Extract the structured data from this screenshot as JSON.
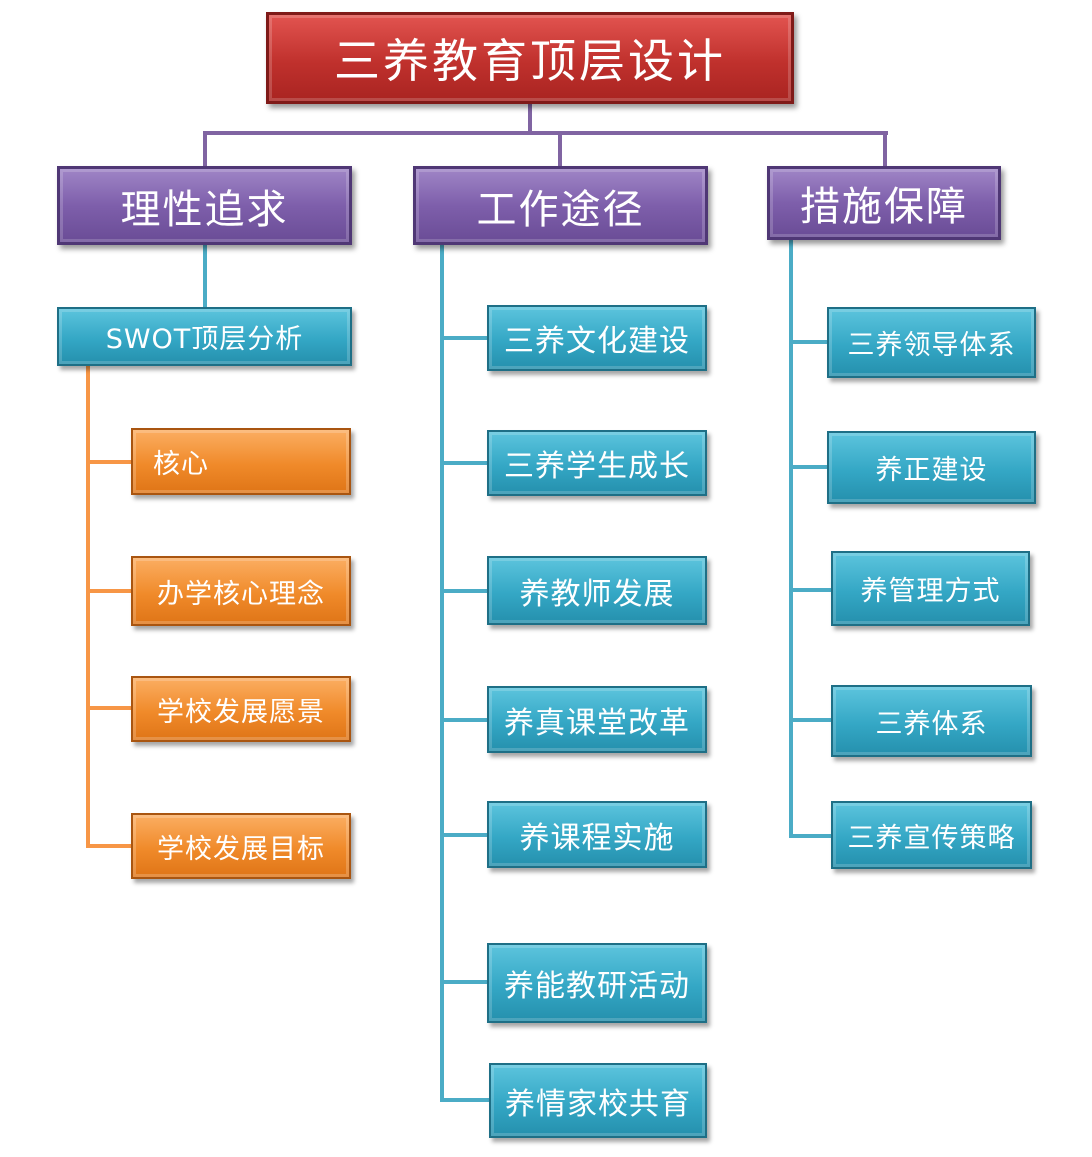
{
  "title": "三养教育顶层设计",
  "branches": [
    {
      "label": "理性追求",
      "sub": "SWOT顶层分析",
      "items": [
        "核心",
        "办学核心理念",
        "学校发展愿景",
        "学校发展目标"
      ]
    },
    {
      "label": "工作途径",
      "items": [
        "三养文化建设",
        "三养学生成长",
        "养教师发展",
        "养真课堂改革",
        "养课程实施",
        "养能教研活动",
        "养情家校共育"
      ]
    },
    {
      "label": "措施保障",
      "items": [
        "三养领导体系",
        "养正建设",
        "养管理方式",
        "三养体系",
        "三养宣传策略"
      ]
    }
  ],
  "colors": {
    "root": "#c0312d",
    "category": "#7e5fab",
    "teal": "#34a7c5",
    "orange": "#f08a2a",
    "purple_line": "#8064a2",
    "teal_line": "#4bacc6",
    "orange_line": "#f79646"
  }
}
